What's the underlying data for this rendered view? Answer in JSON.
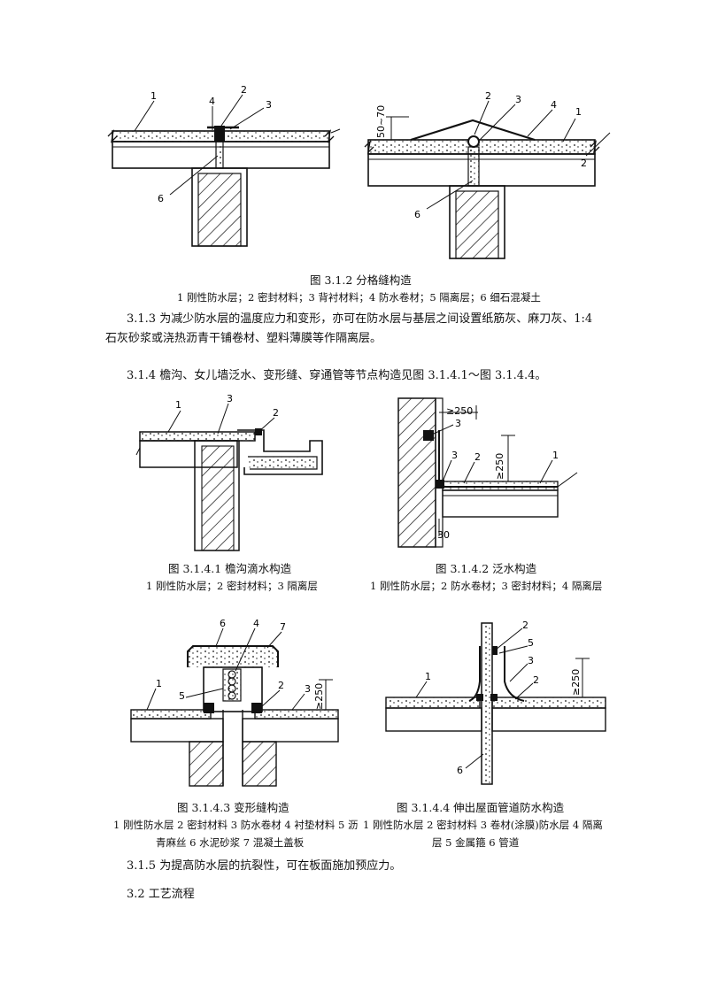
{
  "figures": {
    "fig_312": {
      "caption": "图 3.1.2 分格缝构造",
      "legend": "1 刚性防水层；2 密封材料；3 背衬材料；4 防水卷材；5 隔离层；6 细石混凝土",
      "left_labels": [
        "1",
        "4",
        "2",
        "3",
        "6"
      ],
      "right_labels": [
        "2",
        "3",
        "4",
        "1",
        "2",
        "6"
      ],
      "dimension": "50~70"
    },
    "fig_3141": {
      "caption": "图 3.1.4.1 檐沟滴水构造",
      "legend": "1 刚性防水层；2 密封材料；3 隔离层",
      "labels": [
        "1",
        "3",
        "2"
      ]
    },
    "fig_3142": {
      "caption": "图 3.1.4.2 泛水构造",
      "legend": "1 刚性防水层；2 防水卷材；3 密封材料；4 隔离层",
      "labels": [
        "3",
        "3",
        "2",
        "1"
      ],
      "dim_top": "≥250",
      "dim_side": "≥250",
      "dim_bottom": "30"
    },
    "fig_3143": {
      "caption": "图 3.1.4.3 变形缝构造",
      "legend_line1": "1 刚性防水层 2 密封材料 3 防水卷材 4 衬垫材料 5 沥",
      "legend_line2": "青麻丝 6 水泥砂浆 7 混凝土盖板",
      "labels": [
        "6",
        "4",
        "7",
        "1",
        "5",
        "2",
        "3"
      ],
      "dimension": "≥250"
    },
    "fig_3144": {
      "caption": "图 3.1.4.4 伸出屋面管道防水构造",
      "legend_line1": "1 刚性防水层 2 密封材料 3 卷材(涂膜)防水层 4 隔离",
      "legend_line2": "层 5 金属箍 6 管道",
      "labels": [
        "2",
        "5",
        "3",
        "2",
        "1",
        "6"
      ],
      "dimension": "≥250"
    }
  },
  "text": {
    "p313_line1": "3.1.3 为减少防水层的温度应力和变形，亦可在防水层与基层之间设置纸筋灰、麻刀灰、1:4",
    "p313_line2": "石灰砂浆或浇热沥青干铺卷材、塑料薄膜等作隔离层。",
    "p314": "3.1.4 檐沟、女儿墙泛水、变形缝、穿通管等节点构造见图 3.1.4.1～图 3.1.4.4。",
    "p315": "3.1.5 为提高防水层的抗裂性，可在板面施加预应力。",
    "h32": "3.2 工艺流程"
  }
}
